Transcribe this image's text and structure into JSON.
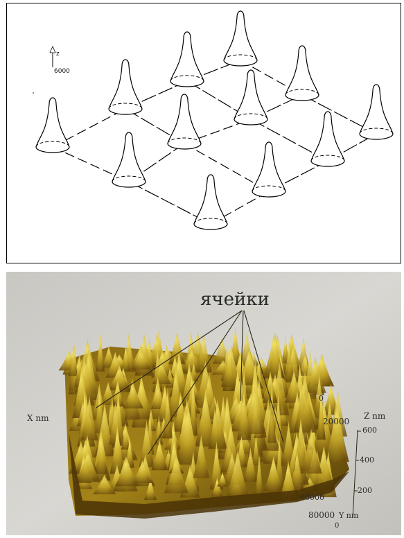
{
  "top_diagram": {
    "axis_label": "z",
    "axis_value": "6000"
  },
  "bottom_plot": {
    "annotation": "ячейки",
    "x_axis_label": "X nm",
    "y_axis_label": "Y nm",
    "z_axis_label": "Z nm",
    "y_ticks": [
      "0",
      "20000",
      "60000",
      "80000"
    ],
    "y_tick_bottom": "0",
    "z_ticks": [
      "600",
      "400",
      "200"
    ],
    "colors": {
      "surface_dark": "#5a4208",
      "surface_mid": "#a88a18",
      "surface_light": "#e8d040",
      "background": "#d3d2cd"
    }
  }
}
